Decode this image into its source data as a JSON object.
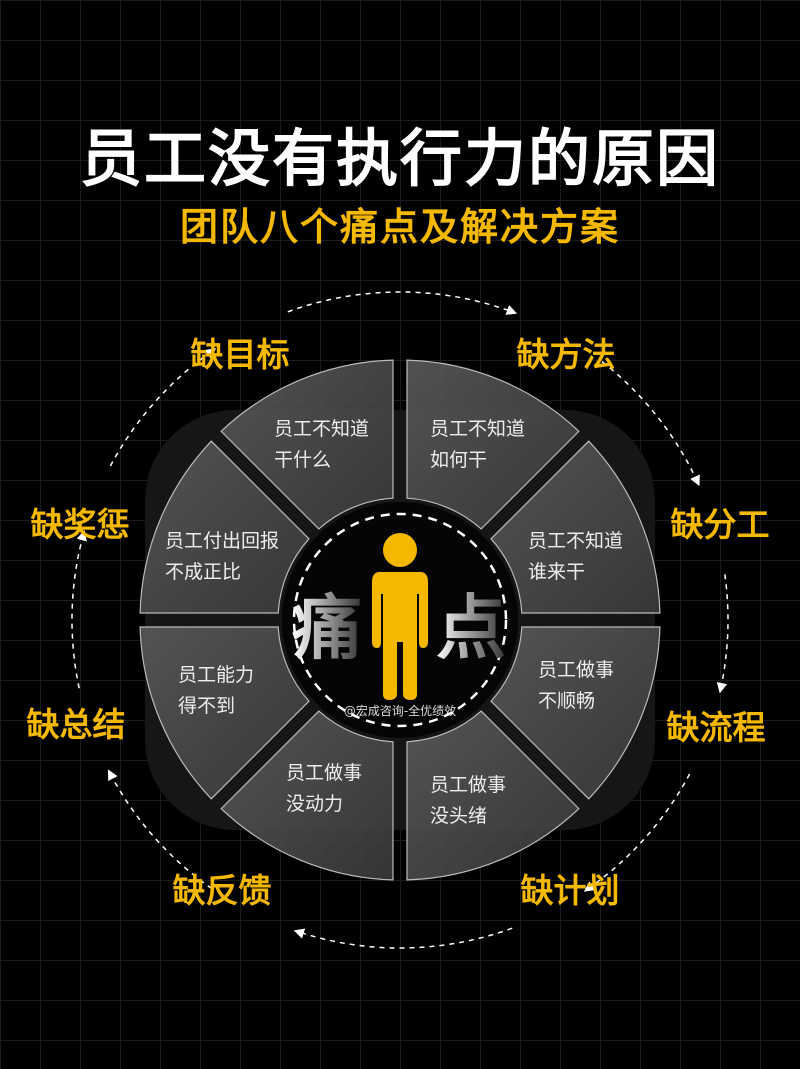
{
  "title": "员工没有执行力的原因",
  "subtitle": "团队八个痛点及解决方案",
  "center": {
    "left_char": "痛",
    "right_char": "点",
    "icon": "person-icon",
    "watermark": "@宏成咨询-全优绩效"
  },
  "colors": {
    "accent": "#f5b800",
    "background": "#000000",
    "segment": "#4a4a4a"
  },
  "labels": [
    "缺目标",
    "缺方法",
    "缺分工",
    "缺流程",
    "缺计划",
    "缺反馈",
    "缺总结",
    "缺奖惩"
  ],
  "segments": [
    {
      "line1": "员工不知道",
      "line2": "干什么"
    },
    {
      "line1": "员工不知道",
      "line2": "如何干"
    },
    {
      "line1": "员工不知道",
      "line2": "谁来干"
    },
    {
      "line1": "员工做事",
      "line2": "不顺畅"
    },
    {
      "line1": "员工做事",
      "line2": "没头绪"
    },
    {
      "line1": "员工做事",
      "line2": "没动力"
    },
    {
      "line1": "员工能力",
      "line2": "得不到"
    },
    {
      "line1": "员工付出回报",
      "line2": "不成正比"
    }
  ]
}
